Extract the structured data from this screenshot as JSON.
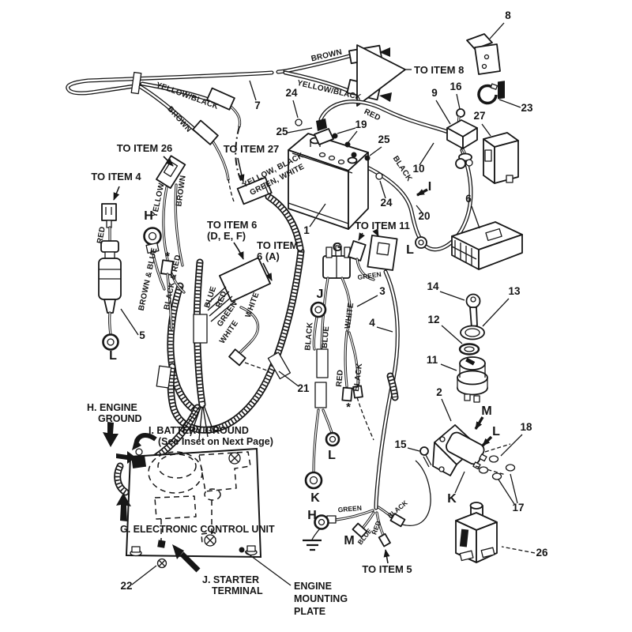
{
  "colors": {
    "ink": "#161616",
    "paper": "#ffffff"
  },
  "callouts": {
    "c1": "1",
    "c2": "2",
    "c3": "3",
    "c4": "4",
    "c5": "5",
    "c6": "6",
    "c7": "7",
    "c8": "8",
    "c9": "9",
    "c10": "10",
    "c11": "11",
    "c12": "12",
    "c13": "13",
    "c14": "14",
    "c15": "15",
    "c16": "16",
    "c17": "17",
    "c18": "18",
    "c19": "19",
    "c20": "20",
    "c21": "21",
    "c22": "22",
    "c23": "23",
    "c24": "24",
    "c25": "25",
    "c26": "26",
    "c27": "27"
  },
  "letters": {
    "G": "G",
    "H": "H",
    "I": "I",
    "J": "J",
    "K": "K",
    "L": "L",
    "M": "M"
  },
  "wires": {
    "brown": "BROWN",
    "yellow_black": "YELLOW/BLACK",
    "red": "RED",
    "black": "BLACK",
    "yellow": "YELLOW",
    "green": "GREEN",
    "blue": "BLUE",
    "white": "WHITE",
    "brown_and_blue": "BROWN & BLUE",
    "black_and_red": "BLACK & RED",
    "ybgw_line1": "YELLOW, BLACK",
    "ybgw_line2": "GREEN, WHITE"
  },
  "refs": {
    "to_item_4": "TO ITEM 4",
    "to_item_5": "TO ITEM 5",
    "to_item_6": "TO ITEM 6",
    "to_item_6_def": "(D, E, F)",
    "to_item_6a_l1": "TO ITEM",
    "to_item_6a_l2": "6 (A)",
    "to_item_8": "TO ITEM 8",
    "to_item_11": "TO ITEM 11",
    "to_item_26": "TO ITEM 26",
    "to_item_27": "TO ITEM 27"
  },
  "notes": {
    "engine_ground_l1": "H. ENGINE",
    "engine_ground_l2": "GROUND",
    "battery_ground": "I. BATTERY GROUND",
    "battery_ground_sub": "(See Inset on Next Page)",
    "ecu": "G. ELECTRONIC CONTROL UNIT",
    "starter_l1": "J. STARTER",
    "starter_l2": "TERMINAL",
    "plate_l1": "ENGINE",
    "plate_l2": "MOUNTING",
    "plate_l3": "PLATE",
    "asterisk": "*"
  }
}
